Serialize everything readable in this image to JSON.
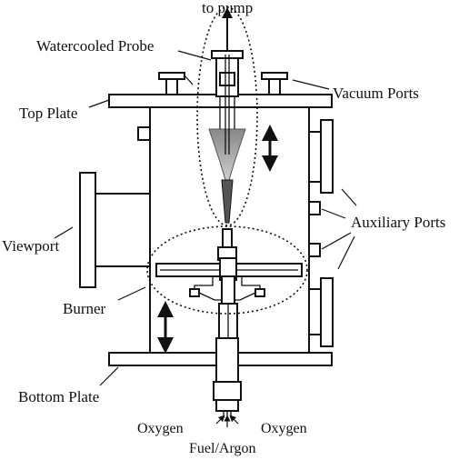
{
  "labels": {
    "to_pump": "to pump",
    "watercooled_probe": "Watercooled Probe",
    "vacuum_ports": "Vacuum Ports",
    "top_plate": "Top Plate",
    "auxiliary_ports": "Auxiliary Ports",
    "viewport": "Viewport",
    "burner": "Burner",
    "bottom_plate": "Bottom Plate",
    "oxygen_left": "Oxygen",
    "oxygen_right": "Oxygen",
    "fuel_argon": "Fuel/Argon"
  }
}
